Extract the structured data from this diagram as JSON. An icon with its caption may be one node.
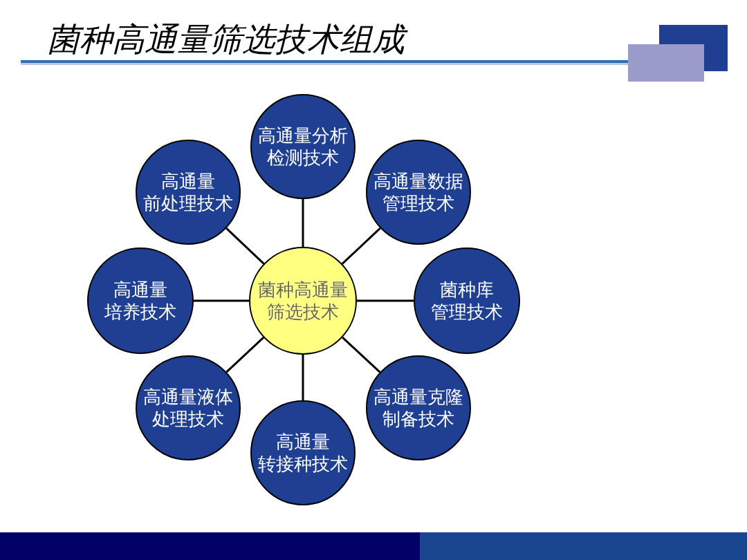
{
  "diagram": {
    "title": "菌种高通量筛选技术组成",
    "nodes": [
      {
        "text": [
          "高通量分析检测技术"
        ]
      },
      {
        "text": [
          "高通量前处理技术"
        ]
      },
      {
        "text": [
          "高通量数据管理技术"
        ]
      },
      {
        "text": [
          "高通量培养技术"
        ]
      },
      {
        "text": [
          "菌种高通量筛选技术"
        ]
      },
      {
        "text": [
          "菌种库管理技术"
        ]
      },
      {
        "text": [
          "高通量液体处理技术"
        ]
      },
      {
        "text": [
          "高通量克隆制备技术"
        ]
      },
      {
        "text": [
          "高通量转接种技术"
        ]
      }
    ],
    "edges": [
      {
        "from": 4,
        "to": 0,
        "arrow": "none"
      },
      {
        "from": 4,
        "to": 1,
        "arrow": "none"
      },
      {
        "from": 4,
        "to": 2,
        "arrow": "none"
      },
      {
        "from": 4,
        "to": 3,
        "arrow": "none"
      },
      {
        "from": 4,
        "to": 5,
        "arrow": "none"
      },
      {
        "from": 4,
        "to": 6,
        "arrow": "none"
      },
      {
        "from": 4,
        "to": 7,
        "arrow": "none"
      },
      {
        "from": 4,
        "to": 8,
        "arrow": "none"
      }
    ]
  }
}
